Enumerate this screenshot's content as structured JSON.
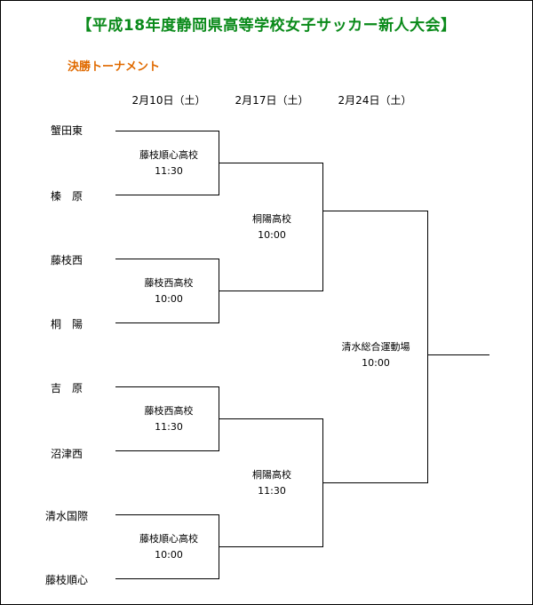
{
  "title": "【平成18年度静岡県高等学校女子サッカー新人大会】",
  "subtitle": "決勝トーナメント",
  "dates": [
    "2月10日（土）",
    "2月17日（土）",
    "2月24日（土）"
  ],
  "teams": [
    "蟹田東",
    "榛　原",
    "藤枝西",
    "桐　陽",
    "吉　原",
    "沼津西",
    "清水国際",
    "藤枝順心"
  ],
  "round1": [
    {
      "venue": "藤枝順心高校",
      "time": "11:30"
    },
    {
      "venue": "藤枝西高校",
      "time": "10:00"
    },
    {
      "venue": "藤枝西高校",
      "time": "11:30"
    },
    {
      "venue": "藤枝順心高校",
      "time": "10:00"
    }
  ],
  "round2": [
    {
      "venue": "桐陽高校",
      "time": "10:00"
    },
    {
      "venue": "桐陽高校",
      "time": "11:30"
    }
  ],
  "final": {
    "venue": "清水総合運動場",
    "time": "10:00"
  }
}
